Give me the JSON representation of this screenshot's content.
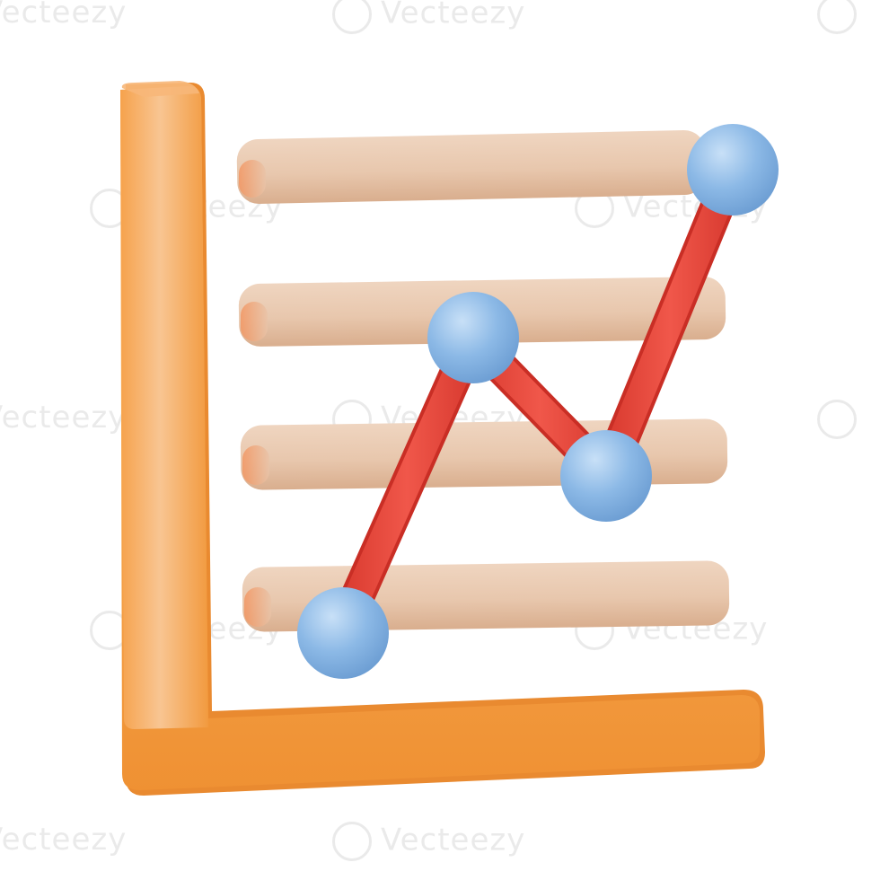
{
  "watermark": {
    "text": "Vecteezy"
  },
  "icon": {
    "name": "line-chart-3d-icon",
    "colors": {
      "axis": "#f4a04a",
      "gridline": "#e9c9b0",
      "line": "#e8473a",
      "point": "#8ab8e6"
    },
    "gridlines": 4,
    "points": 4
  }
}
